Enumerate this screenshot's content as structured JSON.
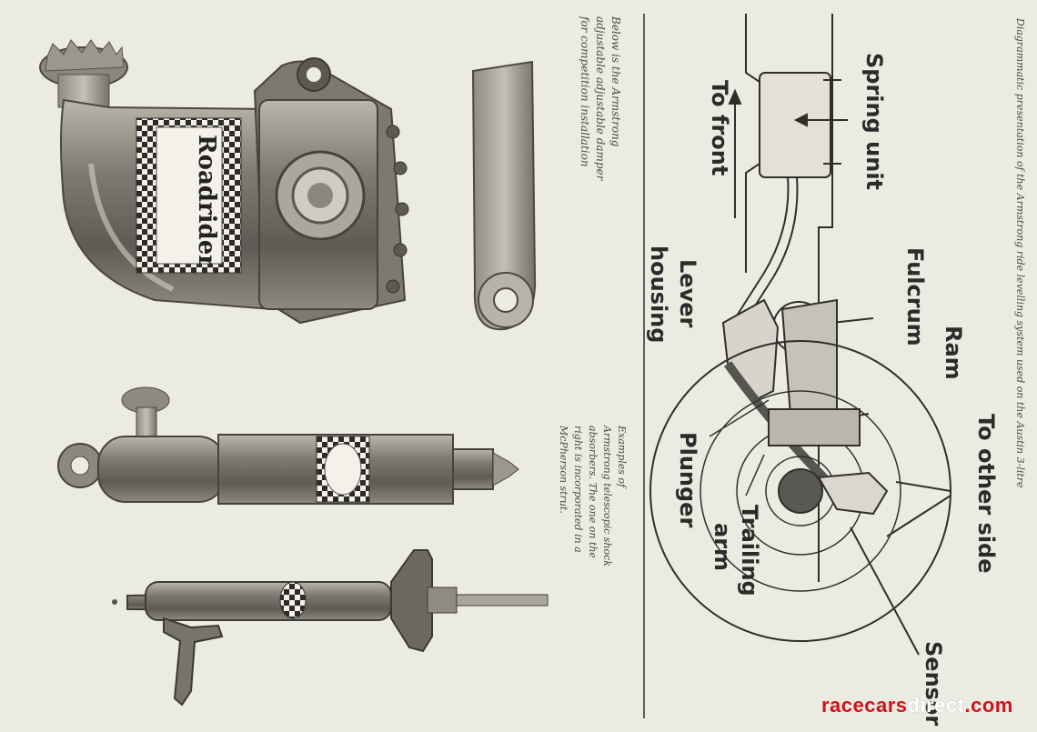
{
  "diagram": {
    "caption_top": "Diagrammatic presentation of the Armstrong ride levelling system used on the Austin 3-litre",
    "labels": {
      "spring_unit": "Spring unit",
      "to_front": "To front",
      "fulcrum": "Fulcrum",
      "lever": "Lever",
      "housing": "housing",
      "ram": "Ram",
      "to_other": "To other side",
      "plunger": "Plunger",
      "trailing": "Trailing",
      "arm": "arm",
      "sensor": "Sensor"
    }
  },
  "captions": {
    "lever_damper_1": "Below is the Armstrong",
    "lever_damper_2": "adjustable adjustable damper",
    "lever_damper_3": "for competition installation",
    "telescopic_1": "Examples of",
    "telescopic_2": "Armstrong telescopic shock",
    "telescopic_3": "absorbers. The one on the",
    "telescopic_4": "right is incorporated in a",
    "telescopic_5": "McPherson strut."
  },
  "product": {
    "brand": "Roadrider"
  },
  "watermark": {
    "part1": "racecars",
    "part2": "direct",
    "part3": ".com"
  },
  "colors": {
    "paper": "#ecebe2",
    "ink": "#2b2b2b",
    "metal_dark": "#6e6b63",
    "metal_light": "#c9c6bb",
    "brand_red": "#d2121b"
  }
}
